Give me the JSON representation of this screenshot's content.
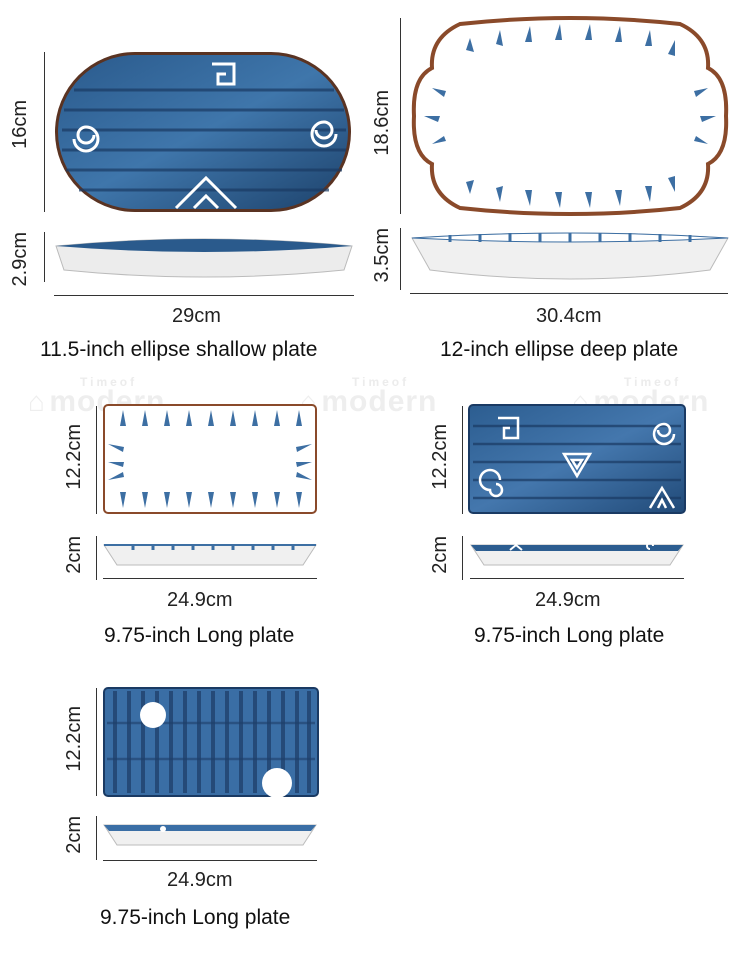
{
  "watermark": {
    "brand_small": "Timeof",
    "brand_big": "modern"
  },
  "products": [
    {
      "caption": "11.5-inch ellipse shallow plate",
      "width": "29cm",
      "height": "16cm",
      "depth": "2.9cm"
    },
    {
      "caption": "12-inch ellipse deep plate",
      "width": "30.4cm",
      "height": "18.6cm",
      "depth": "3.5cm"
    },
    {
      "caption": "9.75-inch Long plate",
      "width": "24.9cm",
      "height": "12.2cm",
      "depth": "2cm"
    },
    {
      "caption": "9.75-inch Long plate",
      "width": "24.9cm",
      "height": "12.2cm",
      "depth": "2cm"
    },
    {
      "caption": "9.75-inch Long plate",
      "width": "24.9cm",
      "height": "12.2cm",
      "depth": "2cm"
    }
  ],
  "colors": {
    "blue_dark": "#1f4a78",
    "blue_mid": "#3d6fa3",
    "rim_brown": "#8a4a2a",
    "white": "#ffffff"
  }
}
